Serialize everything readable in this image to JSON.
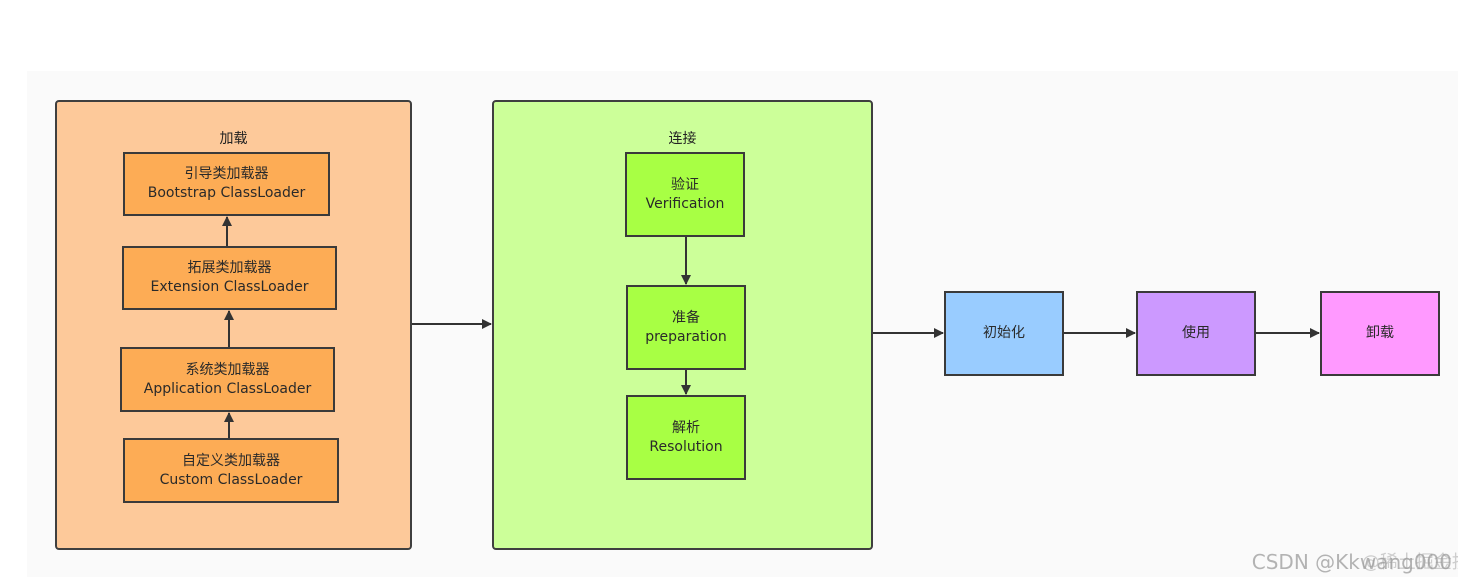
{
  "groups": {
    "loading": {
      "title": "加载"
    },
    "linking": {
      "title": "连接"
    }
  },
  "loaders": [
    {
      "cn": "引导类加载器",
      "en": "Bootstrap ClassLoader"
    },
    {
      "cn": "拓展类加载器",
      "en": "Extension ClassLoader"
    },
    {
      "cn": "系统类加载器",
      "en": "Application ClassLoader"
    },
    {
      "cn": "自定义类加载器",
      "en": "Custom ClassLoader"
    }
  ],
  "link_steps": [
    {
      "cn": "验证",
      "en": "Verification"
    },
    {
      "cn": "准备",
      "en": "preparation"
    },
    {
      "cn": "解析",
      "en": "Resolution"
    }
  ],
  "stages": [
    {
      "label": "初始化",
      "color": "#99ccff"
    },
    {
      "label": "使用",
      "color": "#cc99ff"
    },
    {
      "label": "卸载",
      "color": "#ff99ff"
    }
  ],
  "colors": {
    "loading_bg": "#fdc99a",
    "loader_box": "#fdac55",
    "linking_bg": "#ccff99",
    "link_step_box": "#a8ff44",
    "arrow": "#333333"
  },
  "watermark": {
    "text": "CSDN @Kkwang000",
    "overlay": "@稀土掘金技术社区"
  }
}
